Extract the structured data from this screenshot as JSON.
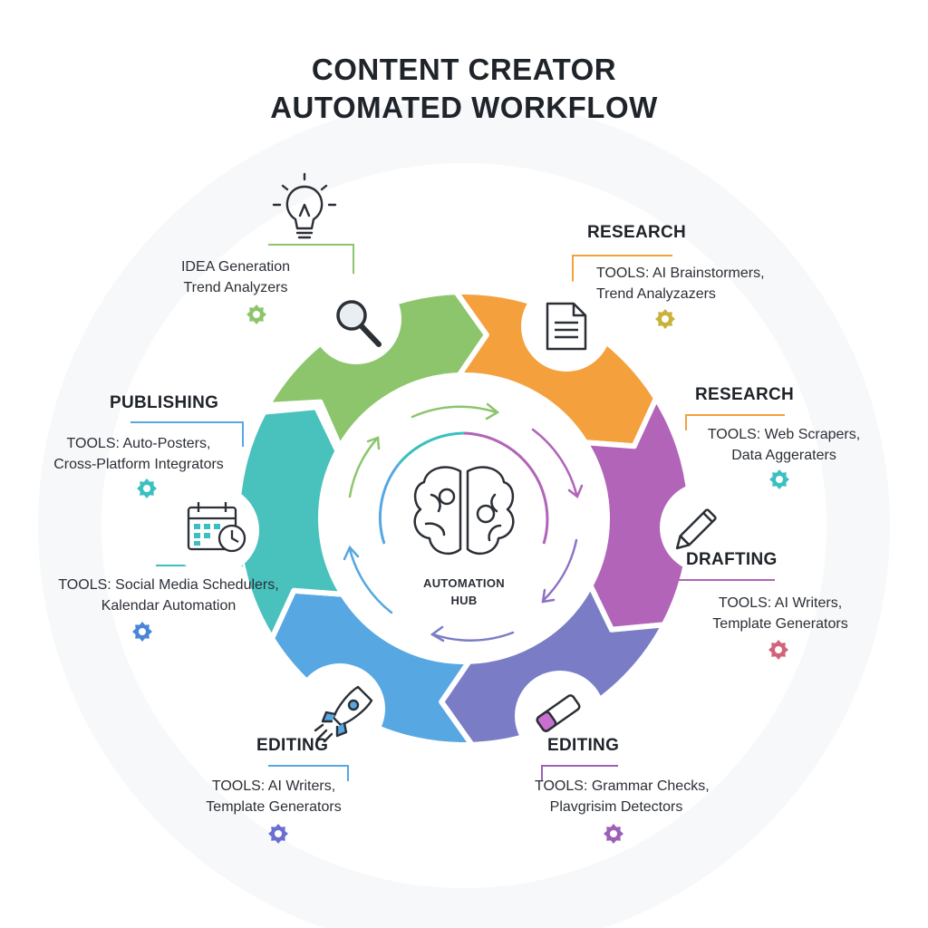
{
  "title": {
    "line1": "CONTENT CREATOR",
    "line2": "AUTOMATED WORKFLOW"
  },
  "hub": {
    "line1": "AUTOMATION",
    "line2": "HUB"
  },
  "segments": [
    {
      "id": "green",
      "color": "#8cc56b",
      "icon": "magnifier-icon",
      "top_icon": "lightbulb-icon",
      "line1": "IDEA Generation",
      "line2": "Trend Analyzers",
      "gear_color": "#8cc56b"
    },
    {
      "id": "orange",
      "color": "#f4a03d",
      "icon": "document-icon",
      "heading": "RESEARCH",
      "line1": "TOOLS: AI Brainstormers,",
      "line2": "Trend Analyzazers",
      "gear_color": "#c9b23a"
    },
    {
      "id": "magenta",
      "color": "#b164b8",
      "icon": "pencil-icon",
      "heading_top": "RESEARCH",
      "line1_top": "TOOLS: Web Scrapers,",
      "line2_top": "Data Aggeraters",
      "gear_top_color": "#3bbfc0",
      "heading": "DRAFTING",
      "line1": "TOOLS: AI Writers,",
      "line2": "Template Generators",
      "gear_color": "#d2647a"
    },
    {
      "id": "purple",
      "color": "#7a7dc6",
      "icon": "eraser-icon",
      "heading": "EDITING",
      "line1": "TOOLS: Grammar Checks,",
      "line2": "Plavgrisim Detectors",
      "gear_color": "#9d5fb8"
    },
    {
      "id": "blue",
      "color": "#56a7e2",
      "icon": "rocket-icon",
      "heading": "EDITING",
      "line1": "TOOLS: AI Writers,",
      "line2": "Template Generators",
      "gear_color": "#6a6fd0"
    },
    {
      "id": "teal",
      "color": "#49c1bd",
      "icon": "calendar-clock-icon",
      "heading": "PUBLISHING",
      "line1": "TOOLS: Auto-Posters,",
      "line2": "Cross-Platform Integrators",
      "gear_color": "#3bbfc0",
      "line1_b": "TOOLS: Social Media Schedulers,",
      "line2_b": "Kalendar Automation",
      "gear_b_color": "#4a86d6"
    }
  ]
}
